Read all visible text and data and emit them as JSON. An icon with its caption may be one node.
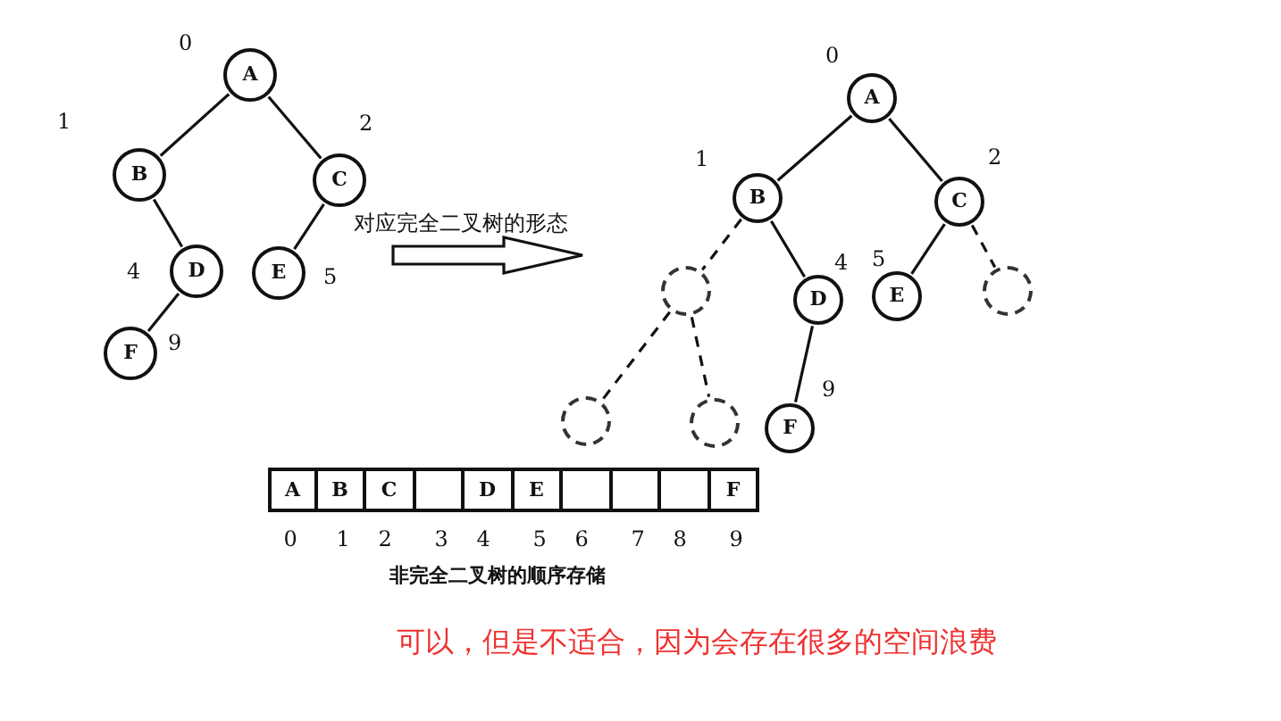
{
  "diagram": {
    "nodes": [
      {
        "text": [
          "A"
        ],
        "beside": [
          "0"
        ]
      },
      {
        "text": [
          "B"
        ],
        "beside": [
          "1"
        ]
      },
      {
        "text": [
          "C"
        ],
        "beside": [
          "2"
        ]
      },
      {
        "text": [
          "D"
        ],
        "beside": [
          "4"
        ]
      },
      {
        "text": [
          "E"
        ],
        "beside": [
          "5"
        ]
      },
      {
        "text": [
          "F"
        ],
        "beside": [
          "9"
        ]
      },
      {
        "text": [
          "A"
        ],
        "beside": [
          "0"
        ]
      },
      {
        "text": [
          "B"
        ],
        "beside": [
          "1"
        ]
      },
      {
        "text": [
          "C"
        ],
        "beside": [
          "2"
        ]
      },
      {
        "text": [],
        "shape": "circle"
      },
      {
        "text": [
          "D"
        ],
        "beside": [
          "4"
        ]
      },
      {
        "text": [
          "E"
        ],
        "beside": [
          "5"
        ]
      },
      {
        "text": [],
        "shape": "circle"
      },
      {
        "text": [],
        "shape": "circle"
      },
      {
        "text": [],
        "shape": "circle"
      },
      {
        "text": [
          "F"
        ],
        "beside": [
          "9"
        ]
      },
      {
        "text": [
          "A"
        ],
        "beside": [
          "0"
        ]
      },
      {
        "text": [
          "B"
        ],
        "beside": [
          "1"
        ]
      },
      {
        "text": [
          "C"
        ],
        "beside": [
          "2"
        ]
      },
      {
        "text": [],
        "shape": "box",
        "beside": [
          "3"
        ]
      },
      {
        "text": [
          "D"
        ],
        "beside": [
          "4"
        ]
      },
      {
        "text": [
          "E"
        ],
        "beside": [
          "5"
        ]
      },
      {
        "text": [],
        "shape": "box",
        "beside": [
          "6"
        ]
      },
      {
        "text": [],
        "shape": "box",
        "beside": [
          "7"
        ]
      },
      {
        "text": [],
        "shape": "box",
        "beside": [
          "8"
        ]
      },
      {
        "text": [
          "F"
        ],
        "beside": [
          "9"
        ]
      }
    ],
    "edges": [
      {
        "from": 0,
        "to": 1,
        "arrow": "none"
      },
      {
        "from": 0,
        "to": 2,
        "arrow": "none"
      },
      {
        "from": 1,
        "to": 3,
        "arrow": "none"
      },
      {
        "from": 2,
        "to": 4,
        "arrow": "none"
      },
      {
        "from": 3,
        "to": 5,
        "arrow": "none"
      },
      {
        "from": 6,
        "to": 7,
        "arrow": "none"
      },
      {
        "from": 6,
        "to": 8,
        "arrow": "none"
      },
      {
        "from": 7,
        "to": 9,
        "arrow": "none",
        "style": "dashed"
      },
      {
        "from": 7,
        "to": 10,
        "arrow": "none"
      },
      {
        "from": 8,
        "to": 11,
        "arrow": "none"
      },
      {
        "from": 8,
        "to": 12,
        "arrow": "none",
        "style": "dashed"
      },
      {
        "from": 9,
        "to": 13,
        "arrow": "none",
        "style": "dashed"
      },
      {
        "from": 9,
        "to": 14,
        "arrow": "none",
        "style": "dashed"
      },
      {
        "from": 10,
        "to": 15,
        "arrow": "none"
      }
    ],
    "labels": [
      "对应完全二叉树的形态",
      "非完全二叉树的顺序存储",
      "可以，但是不适合，因为会存在很多的空间浪费"
    ]
  }
}
